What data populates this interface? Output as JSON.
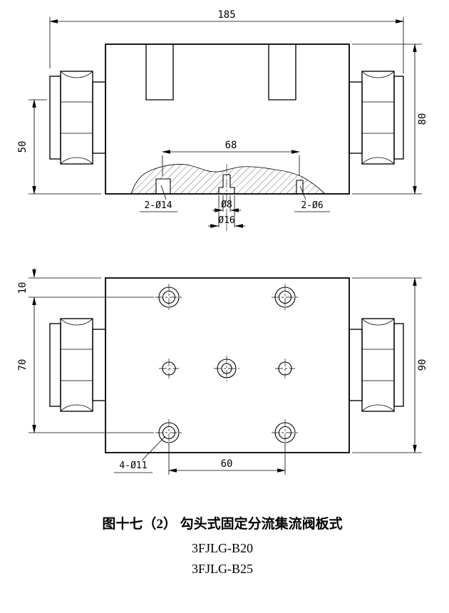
{
  "figure": {
    "caption_title": "图十七（2） 勾头式固定分流集流阀板式",
    "model_1": "3FJLG-B20",
    "model_2": "3FJLG-B25"
  },
  "front_view": {
    "dim_total_width": "185",
    "dim_height": "80",
    "dim_port_height": "50",
    "dim_hole_span": "68",
    "label_holes_left": "2-Ø14",
    "label_hole_center_small": "Ø8",
    "label_hole_center_large": "Ø16",
    "label_holes_right": "2-Ø6"
  },
  "plan_view": {
    "dim_edge_offset": "10",
    "dim_hole_rows": "70",
    "dim_height": "90",
    "dim_hole_span": "60",
    "label_mounting_holes": "4-Ø11"
  }
}
